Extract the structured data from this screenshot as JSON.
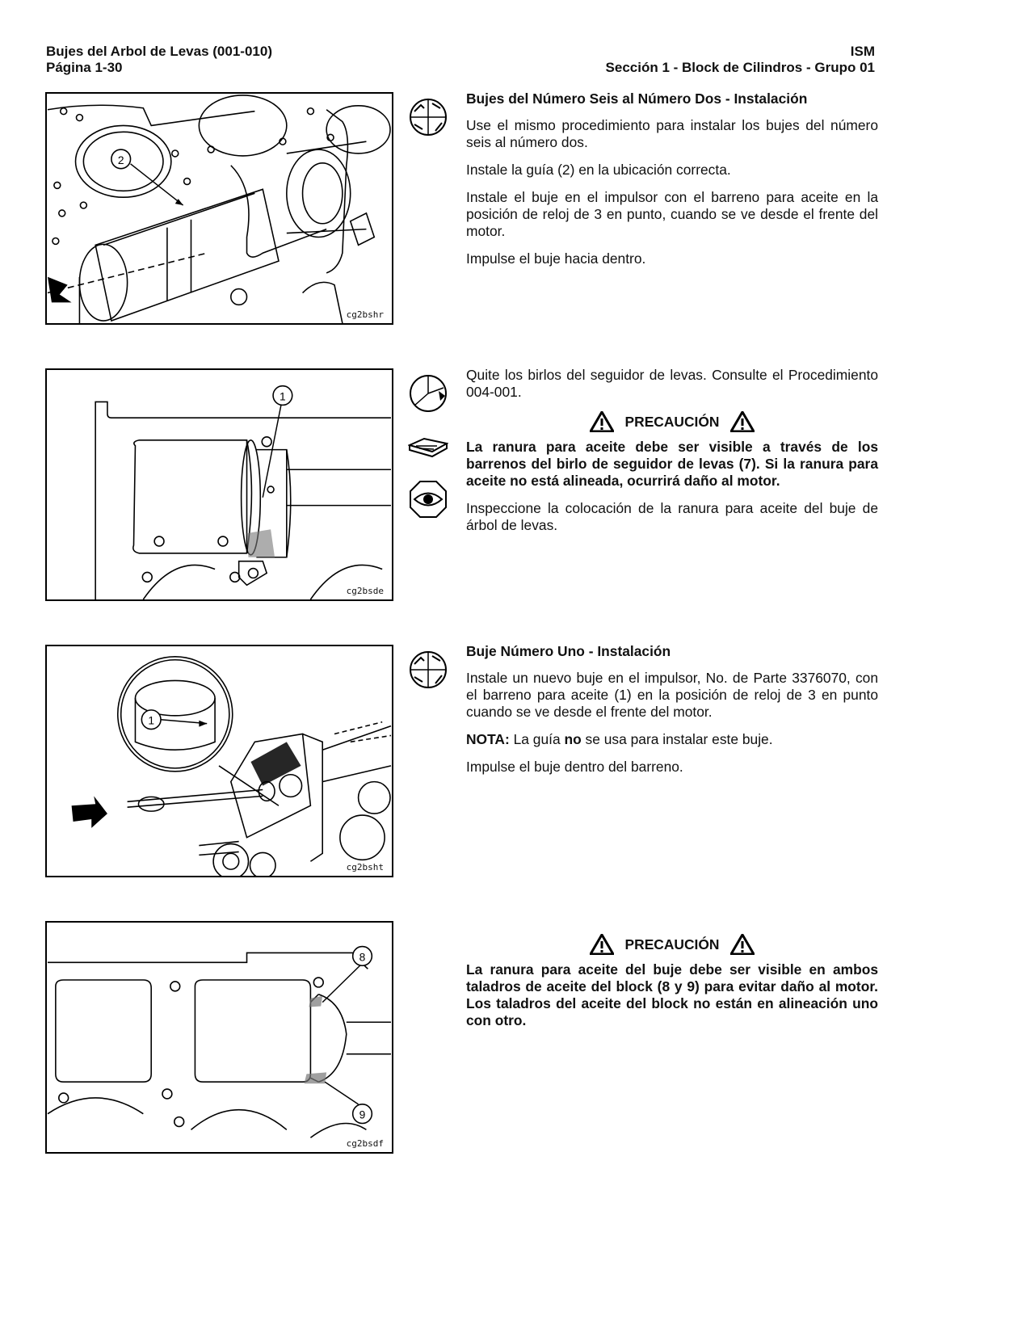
{
  "header": {
    "left_line1": "Bujes del Arbol de Levas (001-010)",
    "left_line2": "Página 1-30",
    "right_line1": "ISM",
    "right_line2": "Sección 1 - Block de Cilindros - Grupo 01"
  },
  "section1": {
    "figure_code": "cg2bshr",
    "callout": "2",
    "icon": "tool-icon",
    "title": "Bujes del Número Seis al Número Dos - Instalación",
    "p1": "Use el mismo procedimiento para instalar los bujes del número seis al número dos.",
    "p2": "Instale la guía (2) en la ubicación correcta.",
    "p3": "Instale el buje en el impulsor con el barreno para aceite en la posición de reloj de 3 en punto, cuando se ve desde el frente del motor.",
    "p4": "Impulse el buje hacia dentro."
  },
  "section2": {
    "figure_code": "cg2bsde",
    "callout": "1",
    "icon1": "remove-icon",
    "icon2": "caution-book-icon",
    "icon3": "inspect-eye-icon",
    "p1": "Quite los birlos del seguidor de levas. Consulte el Procedimiento 004-001.",
    "warn_title": "PRECAUCIÓN",
    "warn_text": "La ranura para aceite debe ser visible a través de los barrenos del birlo de seguidor de levas (7). Si la ranura para aceite no está alineada, ocurrirá daño al motor.",
    "p2": "Inspeccione la colocación de la ranura para aceite del buje de árbol de levas."
  },
  "section3": {
    "figure_code": "cg2bsht",
    "callout": "1",
    "icon": "tool-icon",
    "title": "Buje Número Uno - Instalación",
    "p1": "Instale un nuevo buje en el impulsor, No. de Parte 3376070, con el barreno para aceite (1) en la posición de reloj de 3 en punto cuando se ve desde el frente del motor.",
    "note_label": "NOTA:",
    "note_a": " La guía ",
    "note_bold": "no",
    "note_b": " se usa para instalar este buje.",
    "p2": "Impulse el buje dentro del barreno."
  },
  "section4": {
    "figure_code": "cg2bsdf",
    "callout_a": "8",
    "callout_b": "9",
    "warn_title": "PRECAUCIÓN",
    "warn_text": "La ranura para aceite del buje debe ser visible en ambos taladros de aceite del block (8 y 9) para evitar daño al motor. Los taladros del aceite del block no están en alineación uno con otro."
  }
}
